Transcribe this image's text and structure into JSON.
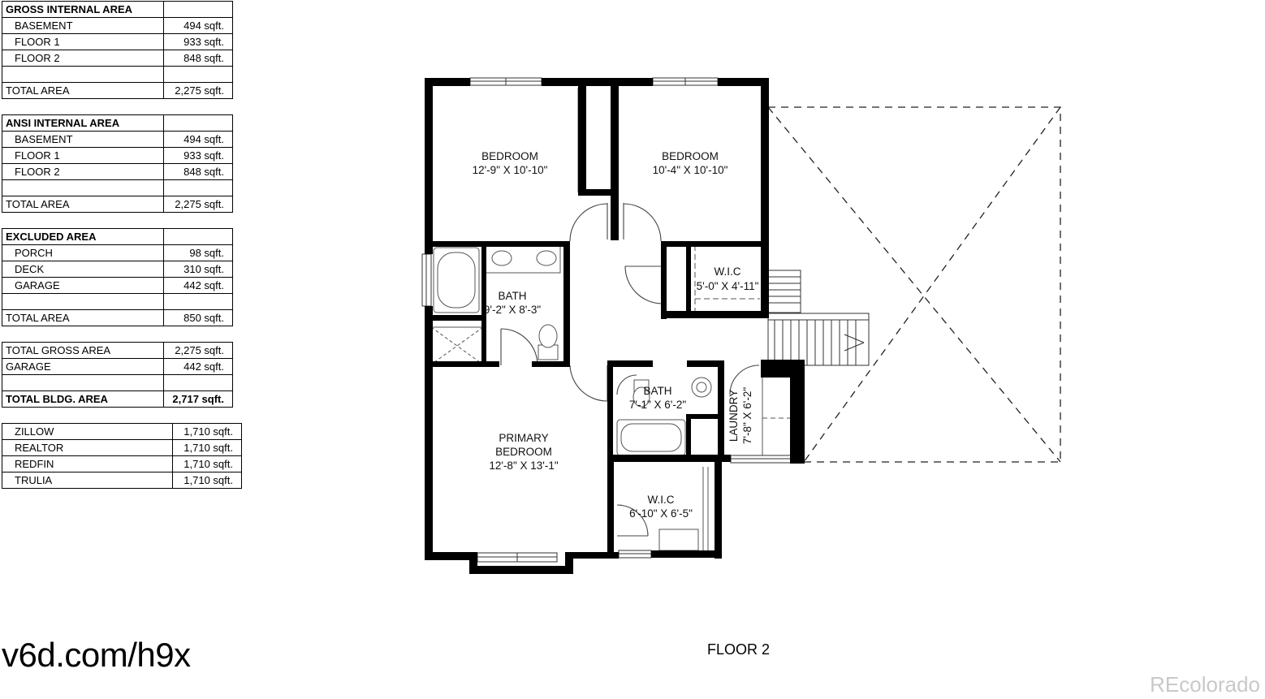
{
  "tables": {
    "gross": {
      "title": "GROSS INTERNAL AREA",
      "rows": [
        {
          "label": "BASEMENT",
          "value": "494 sqft."
        },
        {
          "label": "FLOOR 1",
          "value": "933 sqft."
        },
        {
          "label": "FLOOR 2",
          "value": "848 sqft."
        }
      ],
      "total_label": "TOTAL AREA",
      "total_value": "2,275 sqft."
    },
    "ansi": {
      "title": "ANSI INTERNAL AREA",
      "rows": [
        {
          "label": "BASEMENT",
          "value": "494 sqft."
        },
        {
          "label": "FLOOR 1",
          "value": "933 sqft."
        },
        {
          "label": "FLOOR 2",
          "value": "848 sqft."
        }
      ],
      "total_label": "TOTAL AREA",
      "total_value": "2,275 sqft."
    },
    "excluded": {
      "title": "EXCLUDED AREA",
      "rows": [
        {
          "label": "PORCH",
          "value": "98 sqft."
        },
        {
          "label": "DECK",
          "value": "310 sqft."
        },
        {
          "label": "GARAGE",
          "value": "442 sqft."
        }
      ],
      "total_label": "TOTAL AREA",
      "total_value": "850 sqft."
    },
    "summary": {
      "gross_label": "TOTAL GROSS AREA",
      "gross_value": "2,275 sqft.",
      "garage_label": "GARAGE",
      "garage_value": "442 sqft.",
      "bldg_label": "TOTAL BLDG. AREA",
      "bldg_value": "2,717 sqft."
    },
    "sites": [
      {
        "label": "ZILLOW",
        "value": "1,710 sqft."
      },
      {
        "label": "REALTOR",
        "value": "1,710 sqft."
      },
      {
        "label": "REDFIN",
        "value": "1,710 sqft."
      },
      {
        "label": "TRULIA",
        "value": "1,710 sqft."
      }
    ]
  },
  "rooms": {
    "bedroom_left": {
      "name": "BEDROOM",
      "dims": "12'-9\" X 10'-10\""
    },
    "bedroom_right": {
      "name": "BEDROOM",
      "dims": "10'-4\" X 10'-10\""
    },
    "bath_main": {
      "name": "BATH",
      "dims": "9'-2\" X 8'-3\""
    },
    "wic_upper": {
      "name": "W.I.C",
      "dims": "5'-0\" X 4'-11\""
    },
    "bath_small": {
      "name": "BATH",
      "dims": "7'-1\" X 6'-2\""
    },
    "laundry": {
      "name": "LAUNDRY",
      "dims": "7'-8\" X 6'-2\""
    },
    "primary": {
      "name_line1": "PRIMARY",
      "name_line2": "BEDROOM",
      "dims": "12'-8\" X 13'-1\""
    },
    "wic_lower": {
      "name": "W.I.C",
      "dims": "6'-10\" X 6'-5\""
    }
  },
  "footer": {
    "link": "v6d.com/h9x",
    "floor_title": "FLOOR 2",
    "watermark": "REcolorado"
  }
}
